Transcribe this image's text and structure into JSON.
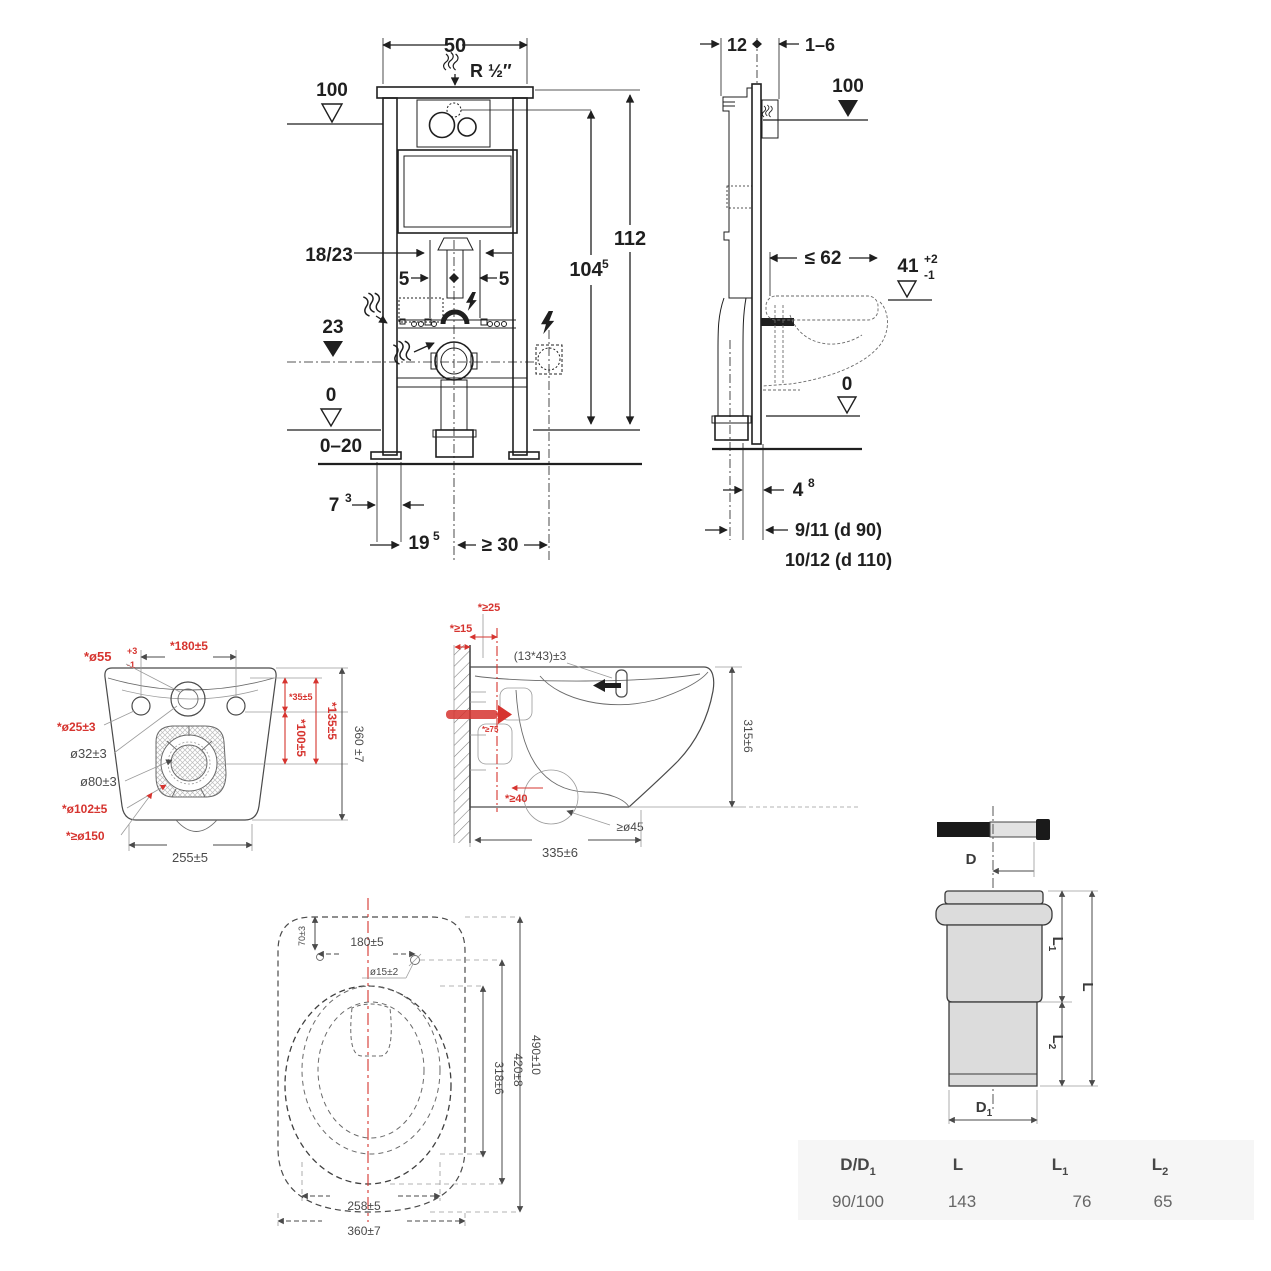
{
  "colors": {
    "ink": "#1f1f1f",
    "soft_ink": "#4a4a4a",
    "accent_red": "#d6342f",
    "pipe_fill": "#dcdcdc",
    "table_text": "#666666"
  },
  "front_view": {
    "dim_width": "50",
    "water_supply": "R ½″",
    "level_cistern_top": "100",
    "dim_total_height": "112",
    "dim_plate_height": "104",
    "dim_plate_height_sup": "5",
    "dim_bolt_spacing": "18/23",
    "dim_offset_left": "5",
    "dim_offset_right": "5",
    "level_outlet": "23",
    "level_floor": "0",
    "range_floor_buildup": "0–20",
    "dim_foot": "7",
    "dim_foot_sup": "3",
    "dim_outlet_offset": "19",
    "dim_outlet_offset_sup": "5",
    "dim_socket_clearance": "≥ 30"
  },
  "side_view": {
    "dim_frame_depth": "12",
    "dim_wall_lining": "1–6",
    "level_cistern_top": "100",
    "dim_outlet_run": "≤ 62",
    "dim_rim_height": "41",
    "dim_rim_height_sup": "+2",
    "dim_rim_height_sub": "-1",
    "level_floor": "0",
    "dim_outlet_to_wall": "4",
    "dim_outlet_to_wall_sup": "8",
    "dim_outlet_d90": "9/11 (d 90)",
    "dim_outlet_d110": "10/12 (d 110)"
  },
  "wc_rear_view": {
    "dim_flush_hole": "*ø55",
    "dim_flush_hole_sup": "+3",
    "dim_flush_hole_sub": "-1",
    "dim_bolt_spacing": "*180±5",
    "dim_bolt_hole": "*ø25±3",
    "dim_flush_inner": "ø32±3",
    "dim_outlet_inner": "ø80±3",
    "dim_outlet_mid": "*ø102±5",
    "dim_outlet_outer": "*≥ø150",
    "dim_v35": "*35±5",
    "dim_v100": "*100±5",
    "dim_v135": "*135±5",
    "dim_v360": "360 ±7",
    "dim_width": "255±5"
  },
  "wc_side_view": {
    "dim_top_clear": "*≥25",
    "dim_wall_min": "*≥15",
    "dim_slot": "(13*43)±3",
    "dim_height": "315±6",
    "dim_screw": "*≥75",
    "dim_bottom_clear": "*≥40",
    "dim_trap": "≥ø45",
    "dim_depth": "335±6"
  },
  "wc_top_view": {
    "dim_hinge_offset": "70±3",
    "dim_hole_spacing": "180±5",
    "dim_hole_dia": "ø15±2",
    "dim_length_outer": "490±10",
    "dim_length_seat": "420±8",
    "dim_length_bowl": "318±6",
    "dim_width_seat": "258±5",
    "dim_width_outer": "360±7"
  },
  "adapter_view": {
    "label_d": "D",
    "label_d1": "D",
    "label_d1_sub": "1",
    "label_l": "L",
    "label_l1": "L",
    "label_l1_sub": "1",
    "label_l2": "L",
    "label_l2_sub": "2"
  },
  "adapter_table": {
    "headers": [
      {
        "main": "D/D",
        "sub": "1"
      },
      {
        "main": "L",
        "sub": ""
      },
      {
        "main": "L",
        "sub": "1"
      },
      {
        "main": "L",
        "sub": "2"
      }
    ],
    "values": [
      "90/100",
      "143",
      "76",
      "65"
    ]
  }
}
